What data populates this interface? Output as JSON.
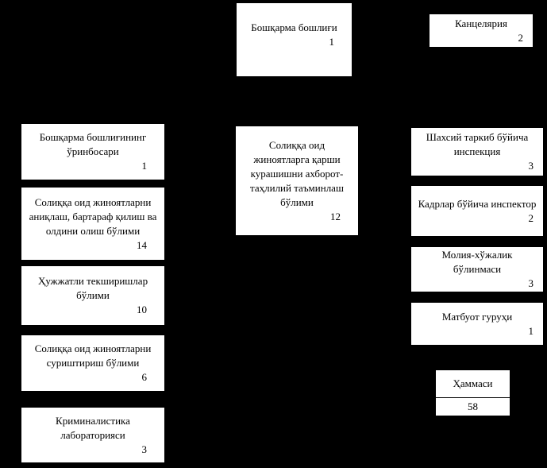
{
  "diagram": {
    "type": "org-chart",
    "background_color": "#000000",
    "box_fill_color": "#ffffff",
    "text_color": "#000000",
    "nodes": {
      "head": {
        "label": "Бошқарма бошлиғи",
        "count": "1"
      },
      "chancellery": {
        "label": "Канцелярия",
        "count": "2"
      },
      "left": [
        {
          "label": "Бошқарма бошлиғининг ўринбосари",
          "count": "1"
        },
        {
          "label": "Солиққа оид жиноятларни аниқлаш, бартараф қилиш ва олдини олиш бўлими",
          "count": "14"
        },
        {
          "label": "Ҳужжатли текширишлар бўлими",
          "count": "10"
        },
        {
          "label": "Солиққа оид жиноятларни суриштириш бўлими",
          "count": "6"
        },
        {
          "label": "Криминалистика лабораторияси",
          "count": "3"
        }
      ],
      "center": {
        "label": "Солиққа оид жиноятларга қарши курашишни ахборот-таҳлилий таъминлаш бўлими",
        "count": "12"
      },
      "right": [
        {
          "label": "Шахсий таркиб бўйича инспекция",
          "count": "3"
        },
        {
          "label": "Кадрлар бўйича инспектор",
          "count": "2"
        },
        {
          "label": "Молия-хўжалик бўлинмаси",
          "count": "3"
        },
        {
          "label": "Матбуот гуруҳи",
          "count": "1"
        }
      ],
      "total": {
        "label": "Ҳаммаси",
        "count": "58"
      }
    }
  }
}
